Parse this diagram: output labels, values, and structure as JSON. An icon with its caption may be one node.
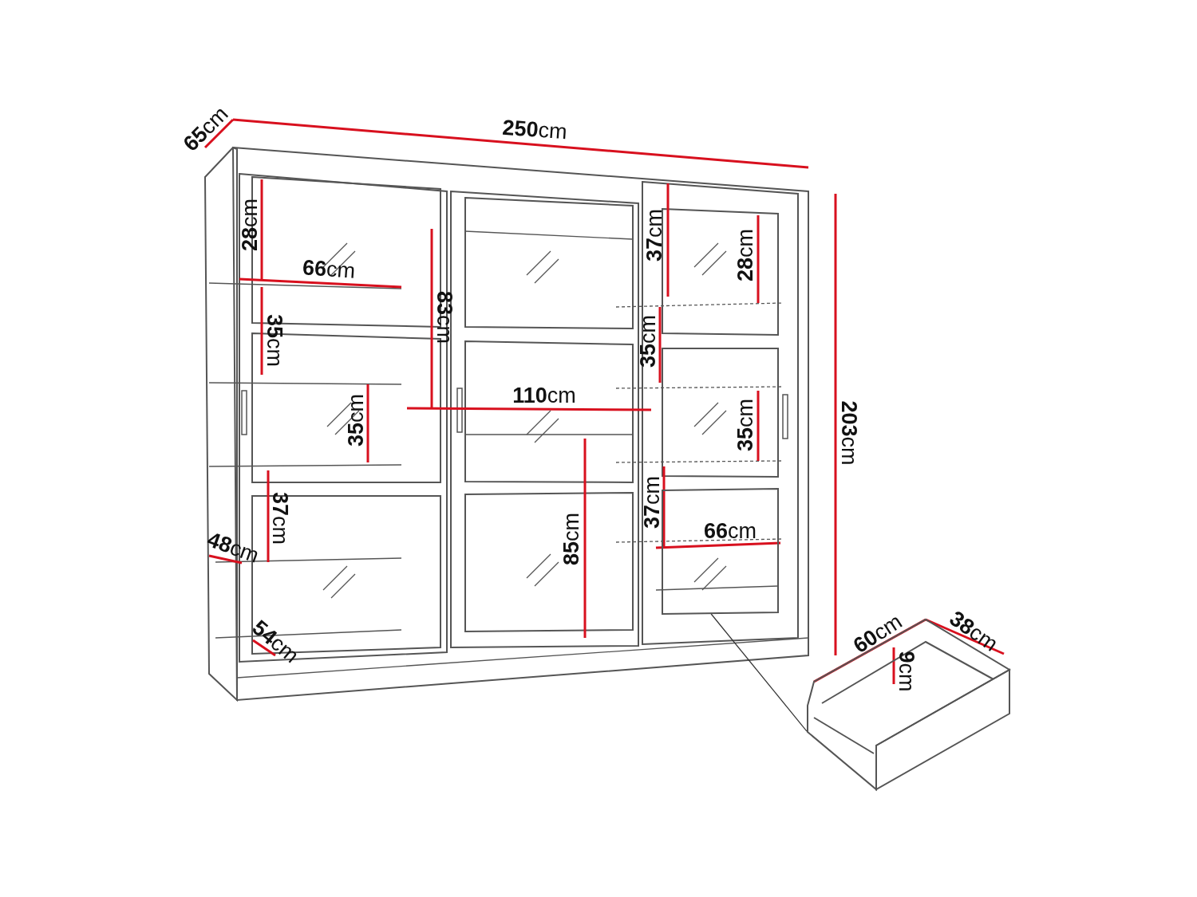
{
  "diagram": {
    "nodes": [
      {
        "text": [],
        "shape": "box"
      },
      {
        "text": [],
        "shape": "picture"
      }
    ],
    "edges": [
      {
        "from": 0,
        "to": 1,
        "arrow": "none"
      }
    ],
    "labels": [
      "**65**cm",
      "**250**cm",
      "**28**cm",
      "**37**cm",
      "**28**cm",
      "**66**cm",
      "**83**cm",
      "**35**cm",
      "**35**cm",
      "**110**cm",
      "**35**cm",
      "**35**cm",
      "**203**cm",
      "**37**cm",
      "**37**cm",
      "**66**cm",
      "**85**cm",
      "**48**cm",
      "**38**cm",
      "**60**cm",
      "**54**cm",
      "**9**cm"
    ]
  }
}
